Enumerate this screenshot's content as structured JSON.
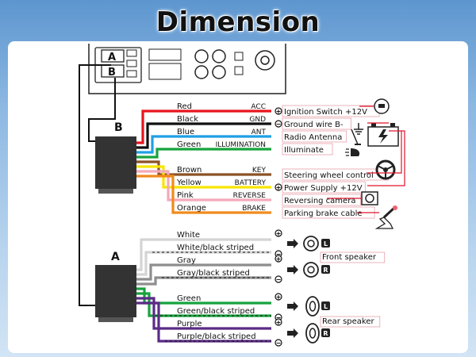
{
  "title": "Dimension",
  "connectors": {
    "a": "A",
    "b": "B"
  },
  "harness_b": {
    "label": "B",
    "wires": [
      {
        "color": "Red",
        "pin": "ACC",
        "hex": "#e8141c"
      },
      {
        "color": "Black",
        "pin": "GND",
        "hex": "#111111"
      },
      {
        "color": "Blue",
        "pin": "ANT",
        "hex": "#1ea0e6"
      },
      {
        "color": "Green",
        "pin": "ILLUMINATION",
        "hex": "#17a33d"
      },
      {
        "color": "Brown",
        "pin": "KEY",
        "hex": "#8a5226"
      },
      {
        "color": "Yellow",
        "pin": "BATTERY",
        "hex": "#f7e600"
      },
      {
        "color": "Pink",
        "pin": "REVERSE",
        "hex": "#f4a9b9"
      },
      {
        "color": "Orange",
        "pin": "BRAKE",
        "hex": "#f18a1c"
      }
    ],
    "destinations": [
      {
        "text": "Ignition Switch +12V",
        "polarity": "+"
      },
      {
        "text": "Ground wire B-",
        "polarity": "−"
      },
      {
        "text": "Radio Antenna",
        "polarity": ""
      },
      {
        "text": "Illuminate",
        "polarity": ""
      },
      {
        "text": "Steering wheel control",
        "polarity": ""
      },
      {
        "text": "Power Supply +12V",
        "polarity": "+"
      },
      {
        "text": "Reversing camera",
        "polarity": ""
      },
      {
        "text": "Parking brake cable",
        "polarity": ""
      }
    ]
  },
  "harness_a": {
    "label": "A",
    "wires": [
      {
        "color": "White",
        "hex": "#d4d4d4",
        "stripe": false
      },
      {
        "color": "White/black striped",
        "hex": "#d4d4d4",
        "stripe": true
      },
      {
        "color": "Gray",
        "hex": "#8e8e8e",
        "stripe": false
      },
      {
        "color": "Gray/black striped",
        "hex": "#8e8e8e",
        "stripe": true
      },
      {
        "color": "Green",
        "hex": "#17a33d",
        "stripe": false
      },
      {
        "color": "Green/black striped",
        "hex": "#17a33d",
        "stripe": true
      },
      {
        "color": "Purple",
        "hex": "#5b2b86",
        "stripe": false
      },
      {
        "color": "Purple/black striped",
        "hex": "#5b2b86",
        "stripe": true
      }
    ],
    "speakers": [
      {
        "name": "Front speaker",
        "left_tag": "L",
        "right_tag": "R"
      },
      {
        "name": "Rear speaker",
        "left_tag": "L",
        "right_tag": "R"
      }
    ]
  },
  "polarity": {
    "plus": "+",
    "minus": "−"
  }
}
